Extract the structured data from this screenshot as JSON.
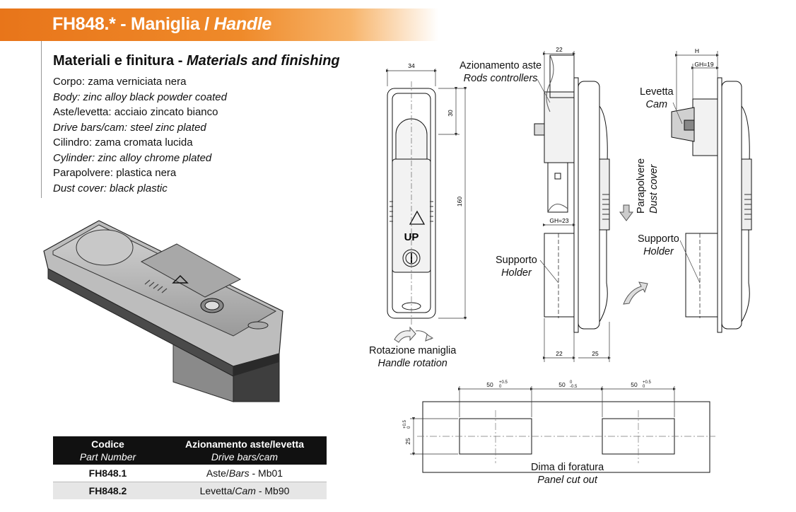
{
  "header": {
    "title_it": "FH848.* - Maniglia / ",
    "title_en": "Handle"
  },
  "materials": {
    "title_it": "Materiali e finitura - ",
    "title_en": "Materials and finishing",
    "lines": [
      {
        "it": "Corpo: zama verniciata nera",
        "en": "Body: zinc alloy black powder coated"
      },
      {
        "it": "Aste/levetta: acciaio zincato bianco",
        "en": "Drive bars/cam: steel zinc plated"
      },
      {
        "it": "Cilindro: zama cromata lucida",
        "en": "Cylinder: zinc alloy chrome plated"
      },
      {
        "it": "Parapolvere: plastica nera",
        "en": "Dust cover: black plastic"
      }
    ]
  },
  "table": {
    "col1_it": "Codice",
    "col1_en": "Part Number",
    "col2_it": "Azionamento aste/levetta",
    "col2_en": "Drive bars/cam",
    "rows": [
      {
        "code": "FH848.1",
        "a": "Aste/",
        "b": "Bars",
        "c": " - Mb01"
      },
      {
        "code": "FH848.2",
        "a": "Levetta/",
        "b": "Cam",
        "c": " - Mb90"
      }
    ]
  },
  "labels": {
    "rods_it": "Azionamento aste",
    "rods_en": "Rods controllers",
    "rotation_it": "Rotazione maniglia",
    "rotation_en": "Handle rotation",
    "holder_it": "Supporto",
    "holder_en": "Holder",
    "cam_it": "Levetta",
    "cam_en": "Cam",
    "dust_it": "Parapolvere",
    "dust_en": "Dust cover",
    "holder2_it": "Supporto",
    "holder2_en": "Holder",
    "cutout_it": "Dima di foratura",
    "cutout_en": "Panel cut out"
  },
  "dims": {
    "w34": "34",
    "d30": "30",
    "d160": "160",
    "d22a": "22",
    "gh23": "GH=23",
    "d22b": "22",
    "d25": "25",
    "h": "H",
    "gh19": "GH=19",
    "c50a": "50",
    "c50b": "50",
    "c50c": "50",
    "c25": "25",
    "tol_a": "+0.5",
    "tol_b": "0",
    "tol_c": "-0.5"
  },
  "marking": {
    "up": "UP"
  }
}
